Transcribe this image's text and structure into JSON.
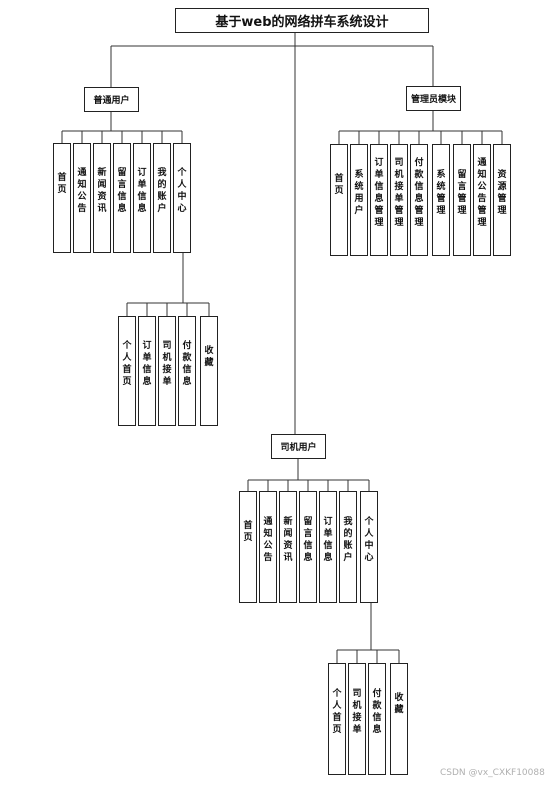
{
  "title": "基于web的网络拼车系统设计",
  "roles": {
    "user": "普通用户",
    "admin": "管理员模块",
    "driver": "司机用户"
  },
  "user_modules": [
    "首页",
    "通知公告",
    "新闻资讯",
    "留言信息",
    "订单信息",
    "我的账户",
    "个人中心"
  ],
  "user_center_modules": [
    "个人首页",
    "订单信息",
    "司机接单",
    "付款信息",
    "收藏"
  ],
  "admin_modules": [
    "首页",
    "系统用户",
    "订单信息管理",
    "司机接单管理",
    "付款信息管理",
    "系统管理",
    "留言管理",
    "通知公告管理",
    "资源管理"
  ],
  "driver_modules": [
    "首页",
    "通知公告",
    "新闻资讯",
    "留言信息",
    "订单信息",
    "我的账户",
    "个人中心"
  ],
  "driver_center_modules": [
    "个人首页",
    "司机接单",
    "付款信息",
    "收藏"
  ],
  "watermark": "CSDN @vx_CXKF10088"
}
